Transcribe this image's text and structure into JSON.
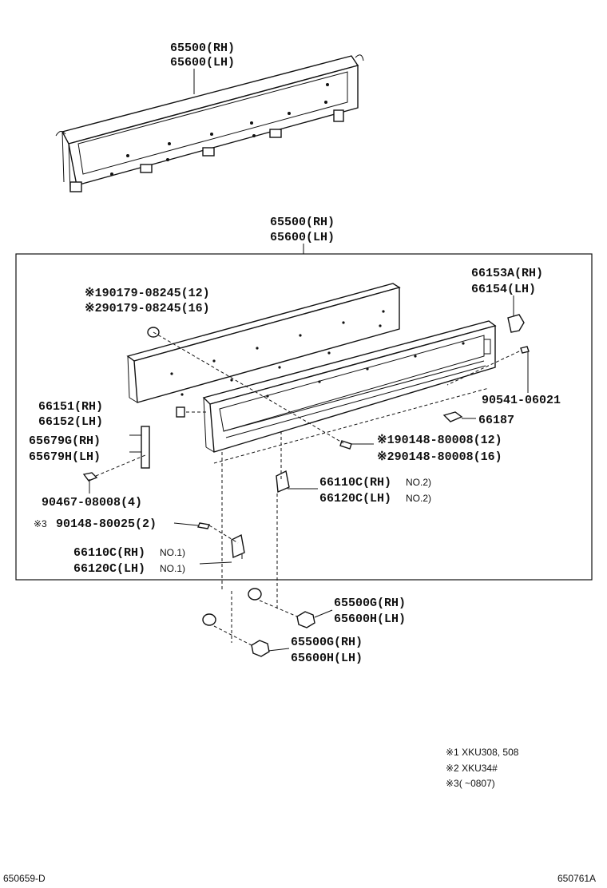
{
  "labels": {
    "top_rh": "65500(RH)",
    "top_lh": "65600(LH)",
    "box_rh": "65500(RH)",
    "box_lh": "65600(LH)",
    "p_190179": "※190179-08245(12)",
    "p_290179": "※290179-08245(16)",
    "p_66153a": "66153A(RH)",
    "p_66154": "66154(LH)",
    "p_90541": "90541-06021",
    "p_66151": "66151(RH)",
    "p_66152": "66152(LH)",
    "p_66187": "66187",
    "p_65679g": "65679G(RH)",
    "p_65679h": "65679H(LH)",
    "p_190148": "※190148-80008(12)",
    "p_290148": "※290148-80008(16)",
    "p_90467": "90467-08008(4)",
    "p_66110c_2": "66110C(RH)",
    "p_66110c_2_no": "NO.2)",
    "p_66120c_2": "66120C(LH)",
    "p_66120c_2_no": "NO.2)",
    "p_90148_prefix": "※3",
    "p_90148": "90148-80025(2)",
    "p_66110c_1": "66110C(RH)",
    "p_66110c_1_no": "NO.1)",
    "p_66120c_1": "66120C(LH)",
    "p_66120c_1_no": "NO.1)",
    "p_65500g_a": "65500G(RH)",
    "p_65600h_a": "65600H(LH)",
    "p_65500g_b": "65500G(RH)",
    "p_65600h_b": "65600H(LH)"
  },
  "notes": {
    "n1": "※1  XKU308, 508",
    "n2": "※2  XKU34#",
    "n3": "※3(        ~0807)"
  },
  "footer": {
    "left_code": "650659-D",
    "right_code": "650761A"
  }
}
